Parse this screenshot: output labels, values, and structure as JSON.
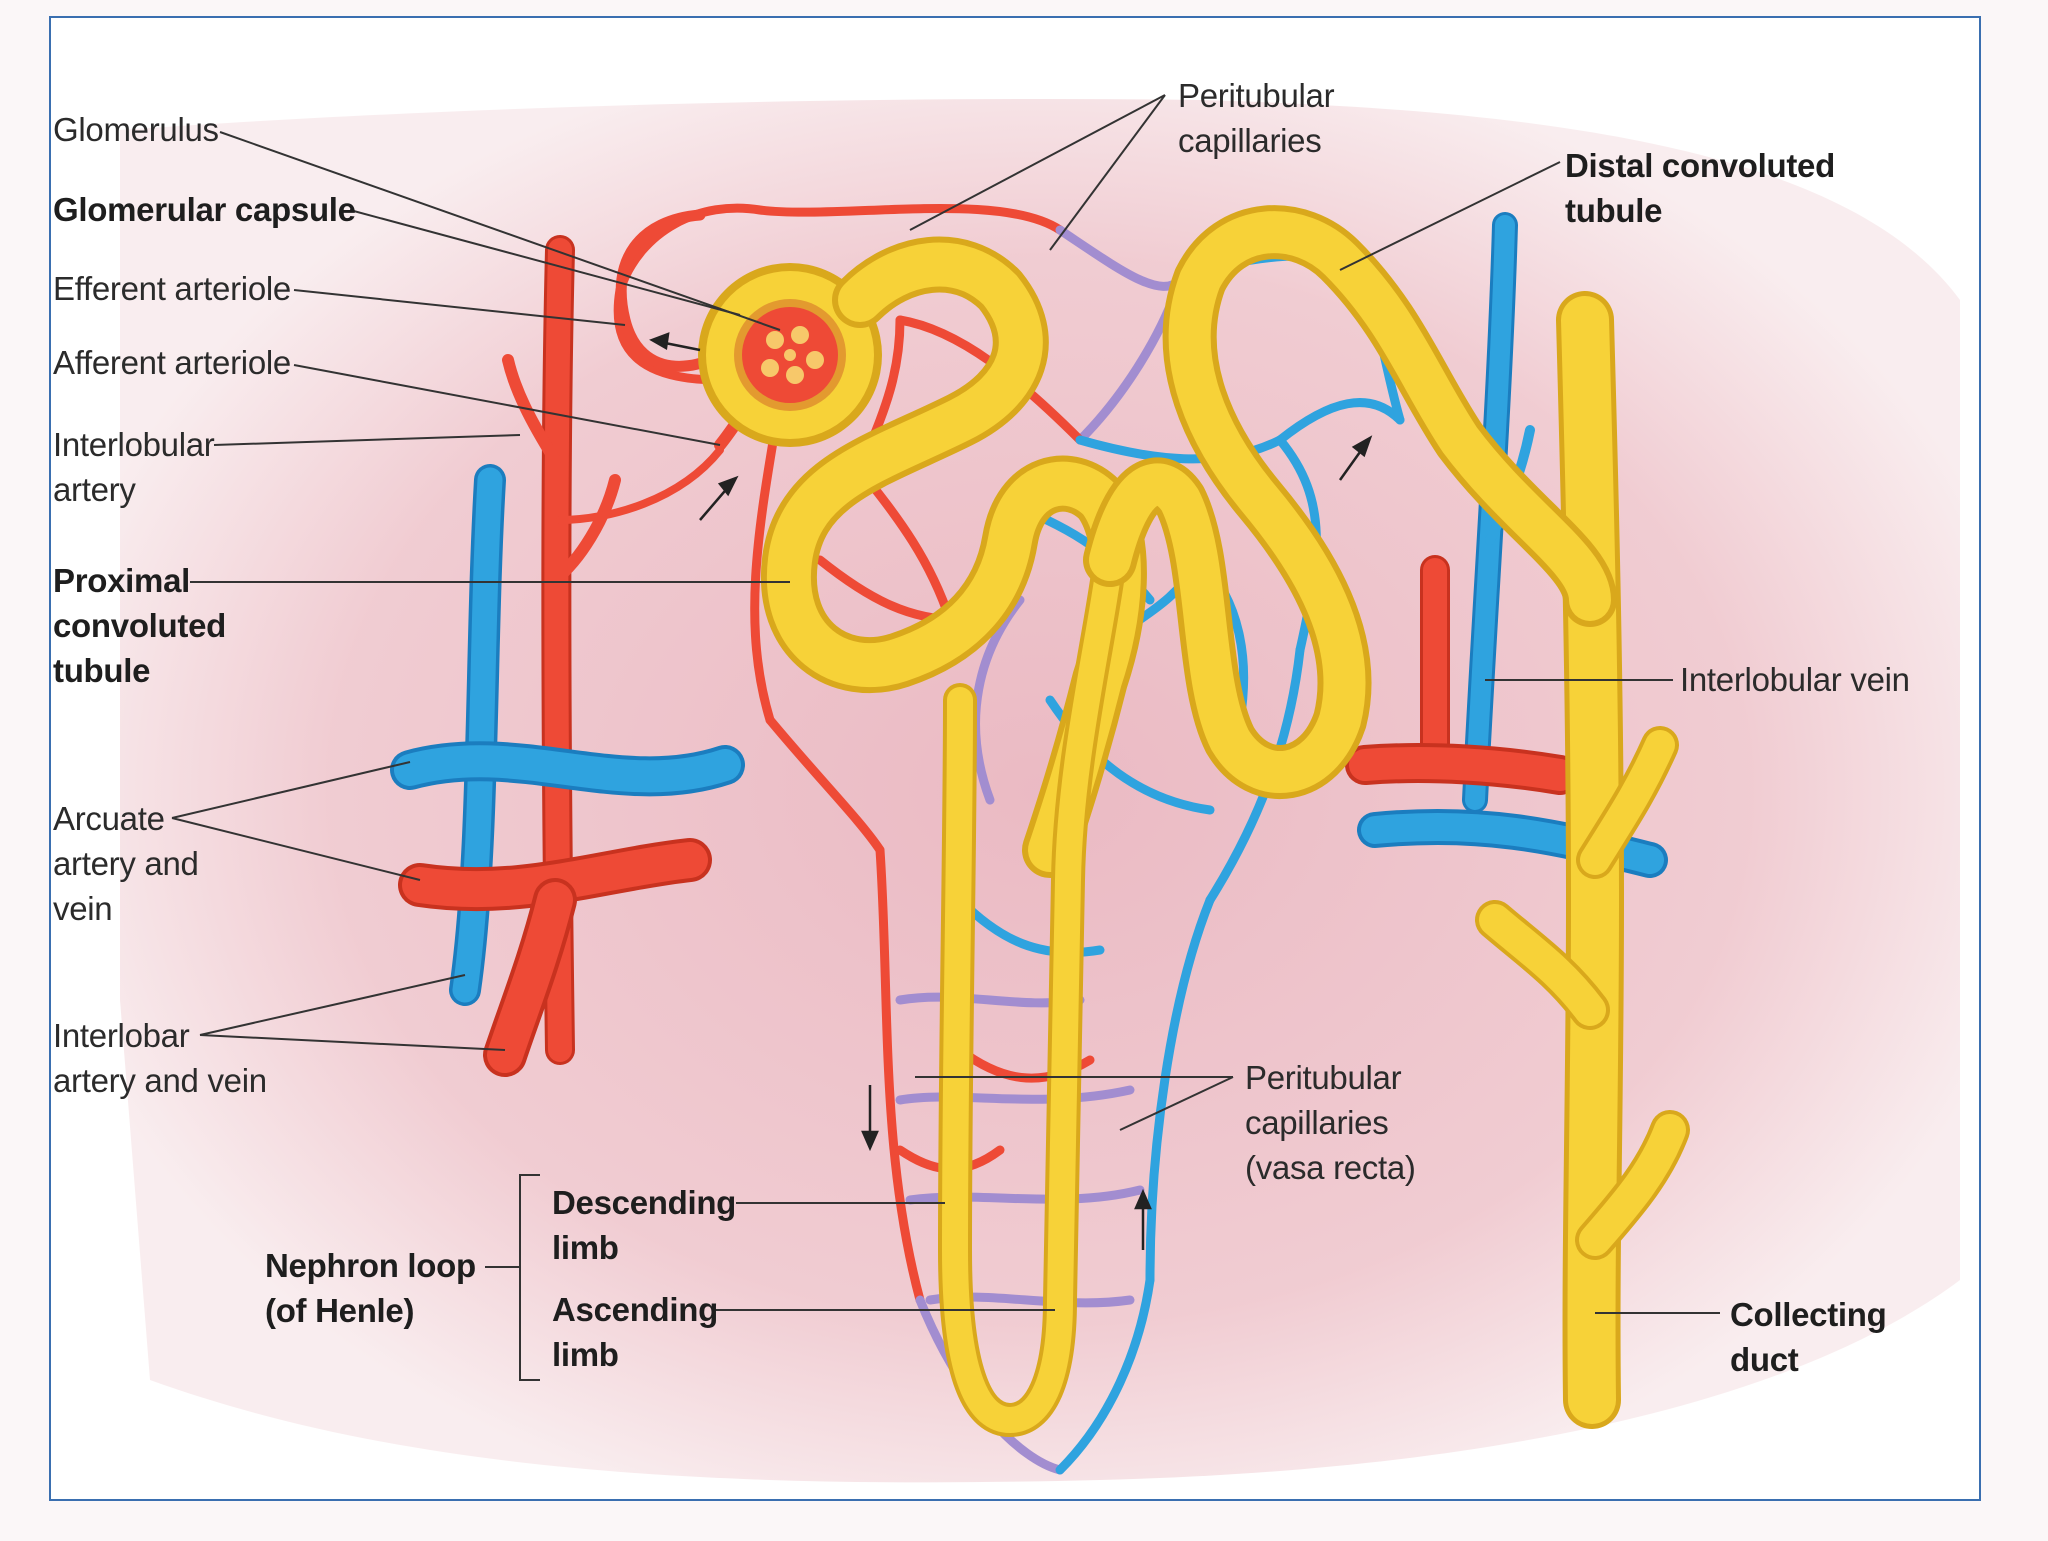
{
  "colors": {
    "artery": "#ee4a36",
    "artery_dark": "#c8321f",
    "vein": "#2fa3df",
    "vein_dark": "#1b7dbf",
    "tubule": "#f7d238",
    "tubule_dark": "#d9a81c",
    "capillary_mix": "#a28dd0",
    "tissue": "#efc9cf",
    "frame": "#3a6fb0"
  },
  "labels": {
    "glomerulus": "Glomerulus",
    "glomerular_capsule": "Glomerular capsule",
    "efferent_arteriole": "Efferent arteriole",
    "afferent_arteriole": "Afferent arteriole",
    "interlobular_artery": "Interlobular\nartery",
    "proximal_tubule": "Proximal\nconvoluted\ntubule",
    "arcuate": "Arcuate\nartery and\nvein",
    "interlobar": "Interlobar\nartery and vein",
    "peritubular_top": "Peritubular\ncapillaries",
    "distal_tubule": "Distal convoluted\ntubule",
    "interlobular_vein": "Interlobular vein",
    "peritubular_vasa": "Peritubular\ncapillaries\n(vasa recta)",
    "descending_limb": "Descending\nlimb",
    "ascending_limb": "Ascending\nlimb",
    "nephron_loop": "Nephron loop\n(of Henle)",
    "collecting_duct": "Collecting\nduct"
  }
}
